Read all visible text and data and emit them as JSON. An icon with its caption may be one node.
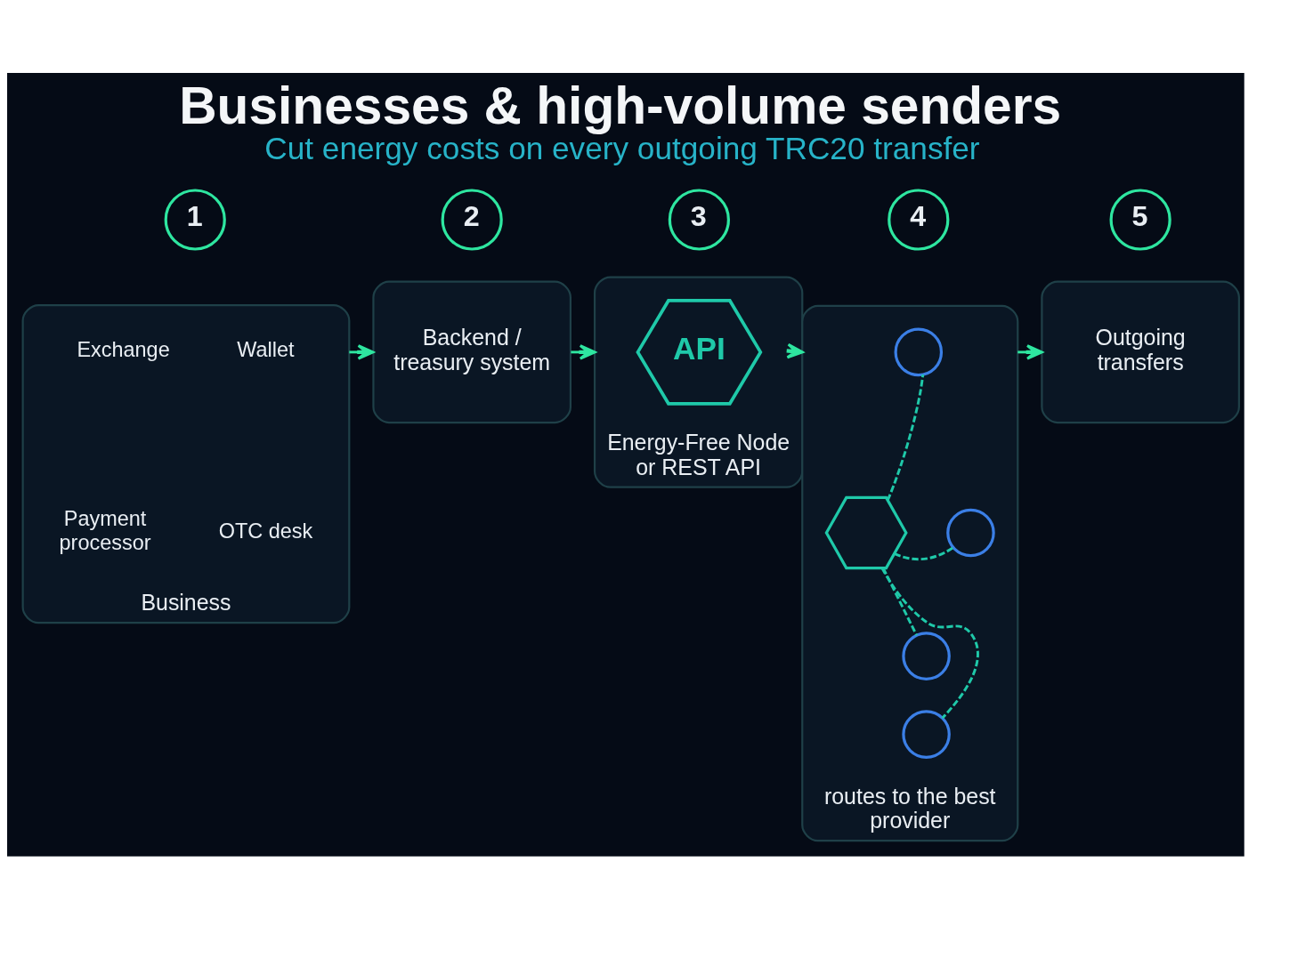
{
  "diagram": {
    "title": "Businesses & high-volume senders",
    "caption": "Cut energy costs on every outgoing TRC20 transfer",
    "nodes": [
      {
        "text": [
          "1"
        ]
      },
      {
        "text": [
          "Business"
        ]
      },
      {
        "text": [
          "Exchange"
        ],
        "in": 1
      },
      {
        "text": [
          "Wallet"
        ],
        "in": 1
      },
      {
        "text": [
          "Payment processor"
        ],
        "in": 1
      },
      {
        "text": [
          "OTC desk"
        ],
        "in": 1
      },
      {
        "text": [
          "2"
        ]
      },
      {
        "text": [
          "Backend / treasury system"
        ]
      },
      {
        "text": [
          "3"
        ]
      },
      {
        "text": [
          "Energy-Free Node or REST API"
        ]
      },
      {
        "text": [
          "API"
        ],
        "in": 9
      },
      {
        "text": [
          "4"
        ]
      },
      {
        "text": [
          "routes to the best provider"
        ]
      },
      {
        "text": [],
        "shape": "hexagon",
        "in": 12
      },
      {
        "text": [],
        "shape": "person",
        "in": 12
      },
      {
        "text": [],
        "shape": "person",
        "in": 12
      },
      {
        "text": [],
        "shape": "person",
        "in": 12
      },
      {
        "text": [],
        "shape": "person",
        "in": 12
      },
      {
        "text": [
          "5"
        ]
      },
      {
        "text": [
          "Outgoing transfers"
        ]
      }
    ],
    "edges": [
      {
        "from": 1,
        "to": 7,
        "arrow": "to"
      },
      {
        "from": 7,
        "to": 9,
        "arrow": "to"
      },
      {
        "from": 9,
        "to": 12,
        "arrow": "to"
      },
      {
        "from": 13,
        "to": 14,
        "arrow": "none",
        "style": "dashed"
      },
      {
        "from": 13,
        "to": 15,
        "arrow": "none",
        "style": "dashed"
      },
      {
        "from": 13,
        "to": 16,
        "arrow": "none",
        "style": "dashed"
      },
      {
        "from": 13,
        "to": 17,
        "arrow": "none",
        "style": "dashed"
      },
      {
        "from": 12,
        "to": 19,
        "arrow": "to"
      }
    ]
  }
}
